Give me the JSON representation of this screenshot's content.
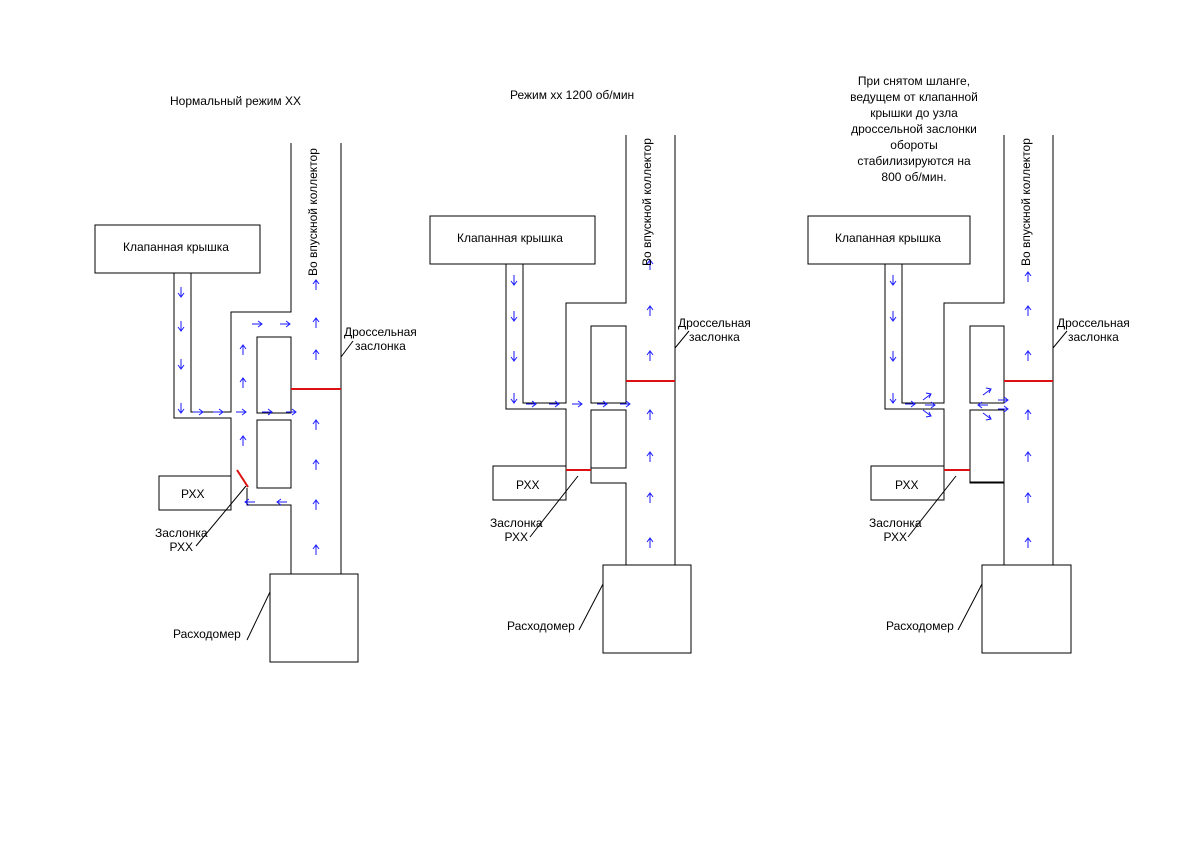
{
  "colors": {
    "line": "#000000",
    "arrow": "#1a1aff",
    "damper": "#dd1111"
  },
  "panels": [
    {
      "title": "Нормальный режим ХХ",
      "valve_cover": "Клапанная крышка",
      "intake": "Во впускной коллектор",
      "throttle": "Дроссельная\nзаслонка",
      "idle_valve": "РХХ",
      "idle_damper": "Заслонка\nРХХ",
      "flowmeter": "Расходомер"
    },
    {
      "title": "Режим хх 1200 об/мин",
      "valve_cover": "Клапанная крышка",
      "intake": "Во впускной коллектор",
      "throttle": "Дроссельная\nзаслонка",
      "idle_valve": "РХХ",
      "idle_damper": "Заслонка\nРХХ",
      "flowmeter": "Расходомер"
    },
    {
      "title": "При снятом шланге,\nведущем от клапанной\nкрышки до узла\nдроссельной заслонки\nобороты\nстабилизируются на\n800 об/мин.",
      "valve_cover": "Клапанная крышка",
      "intake": "Во впускной коллектор",
      "throttle": "Дроссельная\nзаслонка",
      "idle_valve": "РХХ",
      "idle_damper": "Заслонка\nРХХ",
      "flowmeter": "Расходомер"
    }
  ]
}
